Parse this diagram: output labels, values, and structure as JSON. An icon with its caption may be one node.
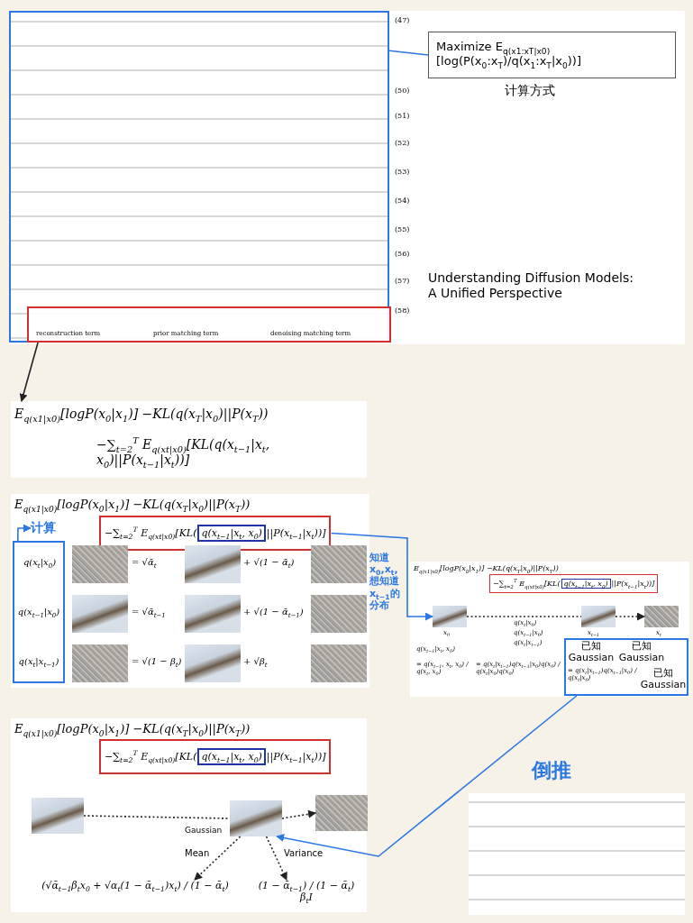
{
  "diagram": {
    "nodes": [
      {
        "text": [],
        "shape": "picture"
      },
      {
        "text": [],
        "shape": "box",
        "in": 0
      },
      {
        "text": [
          "Maximize E$_{q(x1:xT|x0)}$[log(P(x$_{0}$:x$_{T}$)/q(x$_{1}$:x$_{T}$|x$_{0}$))]"
        ],
        "beside": [
          "计算方式"
        ]
      },
      {
        "text": [
          "E$_{q(x1|x0)}$[logP(x$_{0}$|x$_{1}$)] −KL(q(x$_{T}$|x$_{0}$)||P(x$_{T}$))",
          "−∑$_{t=2}$$^{T}$ E$_{q(xt|x0)}$[KL(q(x$_{t−1}$|x$_{t}$, x$_{0}$)||P(x$_{t−1}$|x$_{t}$))]"
        ]
      },
      {
        "text": [
          "E$_{q(x1|x0)}$[logP(x$_{0}$|x$_{1}$)] −KL(q(x$_{T}$|x$_{0}$)||P(x$_{T}$))"
        ]
      },
      {
        "text": [
          "−∑$_{t=2}$$^{T}$ E$_{q(xt|x0)}$[KL(",
          "||P(x$_{t−1}$|x$_{t}$))]"
        ],
        "in": 4
      },
      {
        "text": [
          "q(x$_{t−1}$|x$_{t}$, x$_{0}$)"
        ],
        "in": 5
      },
      {
        "text": [
          "q(x$_{t}$|x$_{0}$)",
          "q(x$_{t−1}$|x$_{0}$)",
          "q(x$_{t}$|x$_{t−1}$)"
        ],
        "in": 4
      },
      {
        "text": [
          "计算"
        ],
        "in": 4
      },
      {
        "text": [
          "E$_{q(x1|x0)}$[logP(x$_{0}$|x$_{1}$)] −KL(q(x$_{T}$|x$_{0}$)||P(x$_{T}$))"
        ]
      },
      {
        "text": [
          "−∑$_{t=2}$$^{T}$ E$_{q(xt|x0)}$[KL(",
          "||P(x$_{t−1}$|x$_{t}$))]"
        ],
        "in": 9
      },
      {
        "text": [
          "q(x$_{t−1}$|x$_{t}$, x$_{0}$)"
        ],
        "in": 10
      },
      {
        "text": [],
        "shape": "picture",
        "beside": [
          "x$_{0}$"
        ],
        "in": 9
      },
      {
        "text": [],
        "shape": "picture",
        "beside": [
          "x$_{t−1}$"
        ],
        "in": 9
      },
      {
        "text": [],
        "shape": "picture",
        "beside": [
          "x$_{t}$"
        ],
        "in": 9
      },
      {
        "text": [
          "已知 Gaussian",
          "已知 Gaussian",
          "= q(x$_{t}$|x$_{t−1}$)q(x$_{t−1}$|x$_{0}$) / q(x$_{t}$|x$_{0}$)",
          "已知 Gaussian"
        ],
        "in": 9
      },
      {
        "text": [
          "E$_{q(x1|x0)}$[logP(x$_{0}$|x$_{1}$)] −KL(q(x$_{T}$|x$_{0}$)||P(x$_{T}$))"
        ]
      },
      {
        "text": [
          "−∑$_{t=2}$$^{T}$ E$_{q(xt|x0)}$[KL(",
          "||P(x$_{t−1}$|x$_{t}$))]"
        ],
        "in": 16
      },
      {
        "text": [
          "q(x$_{t−1}$|x$_{t}$, x$_{0}$)"
        ],
        "in": 17
      },
      {
        "text": [],
        "shape": "picture",
        "in": 16
      },
      {
        "text": [],
        "shape": "picture",
        "beside": [
          "Gaussian"
        ],
        "in": 16
      },
      {
        "text": [],
        "shape": "picture",
        "in": 16
      },
      {
        "text": [
          "(√ᾱ$_{t−1}$β$_{t}$x$_{0}$ + √α$_{t}$(1 − ᾱ$_{t−1}$)x$_{t}$) / (1 − ᾱ$_{t}$)"
        ],
        "in": 16
      },
      {
        "text": [
          "(1 − ᾱ$_{t−1}$) / (1 − ᾱ$_{t}$) β$_{t}$I"
        ],
        "in": 16
      },
      {
        "text": [],
        "shape": "picture",
        "beside": [
          "倒推"
        ]
      },
      {
        "text": [],
        "shape": "picture",
        "in": 4
      },
      {
        "text": [],
        "shape": "picture",
        "in": 4
      },
      {
        "text": [],
        "shape": "picture",
        "in": 4
      },
      {
        "text": [],
        "shape": "picture",
        "in": 4
      },
      {
        "text": [],
        "shape": "picture",
        "in": 4
      },
      {
        "text": [],
        "shape": "picture",
        "in": 4
      },
      {
        "text": [],
        "shape": "picture",
        "in": 4
      },
      {
        "text": [],
        "shape": "picture",
        "in": 4
      },
      {
        "text": [],
        "shape": "picture",
        "in": 4
      }
    ],
    "edges": [
      {
        "from": 0,
        "to": 2,
        "arrow": "none",
        "color": "#2b78e4"
      },
      {
        "from": 1,
        "to": 3,
        "arrow": "to"
      },
      {
        "from": 7,
        "to": 8,
        "arrow": "to",
        "color": "#2b78e4"
      },
      {
        "from": 5,
        "to": 12,
        "arrow": "to",
        "color": "#2b78e4",
        "label": "知道 x$_{0}$,x$_{t}$, 想知道 x$_{t−1}$的分布"
      },
      {
        "from": 12,
        "to": 13,
        "arrow": "none",
        "style": "dashed"
      },
      {
        "from": 13,
        "to": 14,
        "arrow": "to",
        "style": "dashed"
      },
      {
        "from": 15,
        "to": 20,
        "arrow": "to",
        "color": "#2b78e4"
      },
      {
        "from": 19,
        "to": 20,
        "arrow": "none",
        "style": "dashed"
      },
      {
        "from": 20,
        "to": 21,
        "arrow": "to",
        "style": "dashed"
      },
      {
        "from": 20,
        "to": 22,
        "arrow": "to",
        "style": "dashed",
        "label": "Mean"
      },
      {
        "from": 20,
        "to": 23,
        "arrow": "to",
        "style": "dashed",
        "label": "Variance"
      }
    ],
    "labels": [
      "(47)",
      "(50)",
      "(51)",
      "(52)",
      "(53)",
      "(54)",
      "(55)",
      "(56)",
      "(57)",
      "(58)",
      "reconstruction term",
      "prior matching term",
      "denoising matching term",
      "Understanding Diffusion Models: A Unified Perspective",
      "= √ᾱ$_{t}$",
      "+ √(1 − ᾱ$_{t}$)",
      "= √ᾱ$_{t−1}$",
      "+ √(1 − ᾱ$_{t−1}$)",
      "= √(1 − β$_{t}$)",
      "+ √β$_{t}$",
      "q(x$_{t}$|x$_{0}$)",
      "q(x$_{t−1}$|x$_{0}$)",
      "q(x$_{t}$|x$_{t−1}$)",
      "q(x$_{t−1}$|x$_{t}$, x$_{0}$)",
      "= q(x$_{t−1}$, x$_{t}$, x$_{0}$) / q(x$_{t}$, x$_{0}$)",
      "= q(x$_{t}$|x$_{t−1}$)q(x$_{t−1}$|x$_{0}$)q(x$_{0}$) / q(x$_{t}$|x$_{0}$)q(x$_{0}$)"
    ]
  }
}
